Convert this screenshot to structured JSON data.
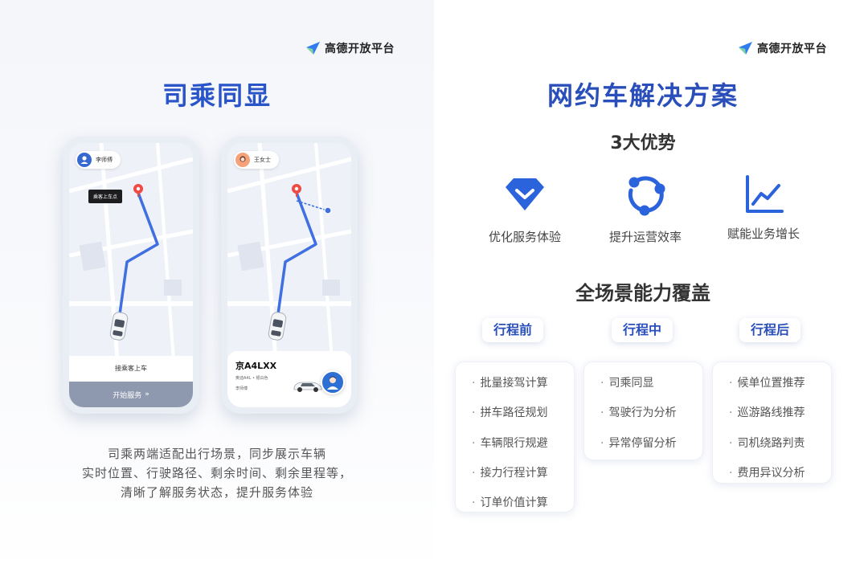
{
  "brand": {
    "name": "高德开放平台"
  },
  "left": {
    "title": "司乘同显",
    "phone1": {
      "user_name": "李师傅",
      "pickup_tag": "乘客上车点",
      "status_text": "接乘客上车",
      "start_button": "开始服务",
      "chevron": "»"
    },
    "phone2": {
      "user_name": "王女士",
      "plate": "京A4LXX",
      "car_desc": "奥迪A4L • 银白色",
      "driver_name": "李师傅"
    },
    "description": [
      "司乘两端适配出行场景，同步展示车辆",
      "实时位置、行驶路径、剩余时间、剩余里程等，",
      "清晰了解服务状态，提升服务体验"
    ]
  },
  "right": {
    "title": "网约车解决方案",
    "advantages_heading": "3大优势",
    "advantages": [
      {
        "label": "优化服务体验",
        "icon": "diamond-check-icon"
      },
      {
        "label": "提升运营效率",
        "icon": "cycle-nodes-icon"
      },
      {
        "label": "赋能业务增长",
        "icon": "growth-chart-icon"
      }
    ],
    "coverage_heading": "全场景能力覆盖",
    "stages": [
      {
        "label": "行程前",
        "items": [
          "批量接驾计算",
          "拼车路径规划",
          "车辆限行规避",
          "接力行程计算",
          "订单价值计算"
        ]
      },
      {
        "label": "行程中",
        "items": [
          "司乘同显",
          "驾驶行为分析",
          "异常停留分析"
        ]
      },
      {
        "label": "行程后",
        "items": [
          "候单位置推荐",
          "巡游路线推荐",
          "司机绕路判责",
          "费用异议分析"
        ]
      }
    ]
  },
  "colors": {
    "accent": "#2a55c8",
    "route": "#3f6fe0",
    "pin": "#f04a43"
  }
}
